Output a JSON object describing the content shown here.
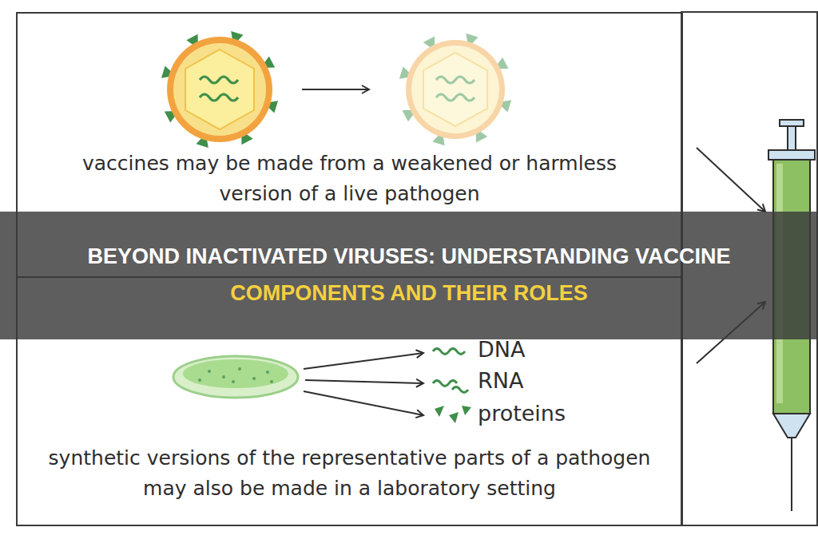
{
  "diagram": {
    "title": "BEYOND INACTIVATED VIRUSES: UNDERSTANDING VACCINE COMPONENTS AND THEIR ROLES",
    "nodes": [
      {
        "text": [
          "vaccines may be made from a weakened or harmless version of a live pathogen"
        ]
      },
      {
        "text": [
          "synthetic versions of the representative parts of a pathogen may also be made in a laboratory setting"
        ]
      }
    ],
    "labels": [
      "DNA",
      "RNA",
      "proteins"
    ]
  }
}
